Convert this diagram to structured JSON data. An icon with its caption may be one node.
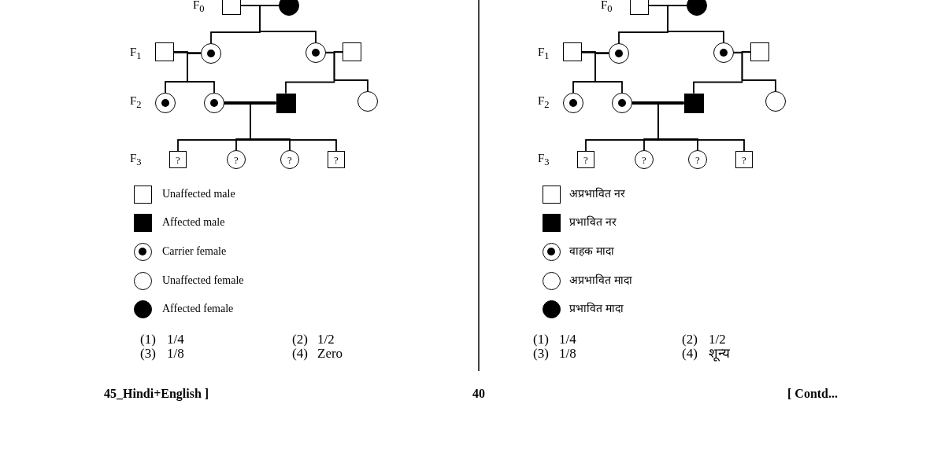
{
  "diagram": {
    "nodes": [
      {
        "text": [],
        "shape": "box"
      },
      {
        "text": [],
        "shape": "circle"
      },
      {
        "text": [],
        "shape": "box"
      },
      {
        "text": [],
        "shape": "circle"
      },
      {
        "text": [],
        "shape": "circle"
      },
      {
        "text": [],
        "shape": "box"
      },
      {
        "text": [],
        "shape": "circle"
      },
      {
        "text": [],
        "shape": "circle"
      },
      {
        "text": [],
        "shape": "box"
      },
      {
        "text": [],
        "shape": "circle"
      },
      {
        "text": [
          "?"
        ]
      },
      {
        "text": [
          "?"
        ]
      },
      {
        "text": [
          "?"
        ]
      },
      {
        "text": [
          "?"
        ]
      },
      {
        "text": [],
        "shape": "box"
      },
      {
        "text": [],
        "shape": "circle"
      },
      {
        "text": [],
        "shape": "box"
      },
      {
        "text": [],
        "shape": "circle"
      },
      {
        "text": [],
        "shape": "circle"
      },
      {
        "text": [],
        "shape": "box"
      },
      {
        "text": [],
        "shape": "circle"
      },
      {
        "text": [],
        "shape": "circle"
      },
      {
        "text": [],
        "shape": "box"
      },
      {
        "text": [],
        "shape": "circle"
      },
      {
        "text": [
          "?"
        ]
      },
      {
        "text": [
          "?"
        ]
      },
      {
        "text": [
          "?"
        ]
      },
      {
        "text": [
          "?"
        ]
      }
    ],
    "edges": [
      {
        "from": 0,
        "to": 1,
        "arrow": "none"
      },
      {
        "from": 2,
        "to": 3,
        "arrow": "none"
      },
      {
        "from": 4,
        "to": 5,
        "arrow": "none"
      },
      {
        "from": 7,
        "to": 8,
        "arrow": "none",
        "style": "thick"
      },
      {
        "from": 0,
        "to": 3,
        "arrow": "none"
      },
      {
        "from": 1,
        "to": 3,
        "arrow": "none"
      },
      {
        "from": 0,
        "to": 4,
        "arrow": "none"
      },
      {
        "from": 1,
        "to": 4,
        "arrow": "none"
      },
      {
        "from": 2,
        "to": 6,
        "arrow": "none"
      },
      {
        "from": 3,
        "to": 6,
        "arrow": "none"
      },
      {
        "from": 2,
        "to": 7,
        "arrow": "none"
      },
      {
        "from": 3,
        "to": 7,
        "arrow": "none"
      },
      {
        "from": 4,
        "to": 8,
        "arrow": "none"
      },
      {
        "from": 5,
        "to": 8,
        "arrow": "none"
      },
      {
        "from": 4,
        "to": 9,
        "arrow": "none"
      },
      {
        "from": 5,
        "to": 9,
        "arrow": "none"
      },
      {
        "from": 7,
        "to": 10,
        "arrow": "none"
      },
      {
        "from": 8,
        "to": 10,
        "arrow": "none"
      },
      {
        "from": 7,
        "to": 11,
        "arrow": "none"
      },
      {
        "from": 8,
        "to": 11,
        "arrow": "none"
      },
      {
        "from": 7,
        "to": 12,
        "arrow": "none"
      },
      {
        "from": 8,
        "to": 12,
        "arrow": "none"
      },
      {
        "from": 7,
        "to": 13,
        "arrow": "none"
      },
      {
        "from": 8,
        "to": 13,
        "arrow": "none"
      },
      {
        "from": 14,
        "to": 15,
        "arrow": "none"
      },
      {
        "from": 16,
        "to": 17,
        "arrow": "none"
      },
      {
        "from": 18,
        "to": 19,
        "arrow": "none"
      },
      {
        "from": 21,
        "to": 22,
        "arrow": "none",
        "style": "thick"
      },
      {
        "from": 14,
        "to": 17,
        "arrow": "none"
      },
      {
        "from": 15,
        "to": 17,
        "arrow": "none"
      },
      {
        "from": 14,
        "to": 18,
        "arrow": "none"
      },
      {
        "from": 15,
        "to": 18,
        "arrow": "none"
      },
      {
        "from": 16,
        "to": 20,
        "arrow": "none"
      },
      {
        "from": 17,
        "to": 20,
        "arrow": "none"
      },
      {
        "from": 16,
        "to": 21,
        "arrow": "none"
      },
      {
        "from": 17,
        "to": 21,
        "arrow": "none"
      },
      {
        "from": 18,
        "to": 22,
        "arrow": "none"
      },
      {
        "from": 19,
        "to": 22,
        "arrow": "none"
      },
      {
        "from": 18,
        "to": 23,
        "arrow": "none"
      },
      {
        "from": 19,
        "to": 23,
        "arrow": "none"
      },
      {
        "from": 21,
        "to": 24,
        "arrow": "none"
      },
      {
        "from": 22,
        "to": 24,
        "arrow": "none"
      },
      {
        "from": 21,
        "to": 25,
        "arrow": "none"
      },
      {
        "from": 22,
        "to": 25,
        "arrow": "none"
      },
      {
        "from": 21,
        "to": 26,
        "arrow": "none"
      },
      {
        "from": 22,
        "to": 26,
        "arrow": "none"
      },
      {
        "from": 21,
        "to": 27,
        "arrow": "none"
      },
      {
        "from": 22,
        "to": 27,
        "arrow": "none"
      }
    ],
    "labels": [
      "F$_{0}$",
      "F$_{1}$",
      "F$_{2}$",
      "F$_{3}$",
      "(1)",
      "1/4",
      "(2)",
      "1/2",
      "(3)",
      "1/8",
      "(4)",
      "Zero",
      "F$_{0}$",
      "F$_{1}$",
      "F$_{2}$",
      "F$_{3}$",
      "(1)",
      "1/4",
      "(2)",
      "1/2",
      "(3)",
      "1/8",
      "(4)",
      "शून्य",
      "45_Hindi+English ]",
      "40",
      "[ Contd..."
    ],
    "legend": [
      {
        "text": "Unaffected male"
      },
      {
        "text": "Affected male"
      },
      {
        "text": "Carrier female"
      },
      {
        "text": "Unaffected female"
      },
      {
        "text": "Affected female"
      },
      {
        "text": "अप्रभावित नर"
      },
      {
        "text": "प्रभावित नर"
      },
      {
        "text": "वाहक मादा"
      },
      {
        "text": "अप्रभावित मादा"
      },
      {
        "text": "प्रभावित मादा"
      }
    ]
  }
}
